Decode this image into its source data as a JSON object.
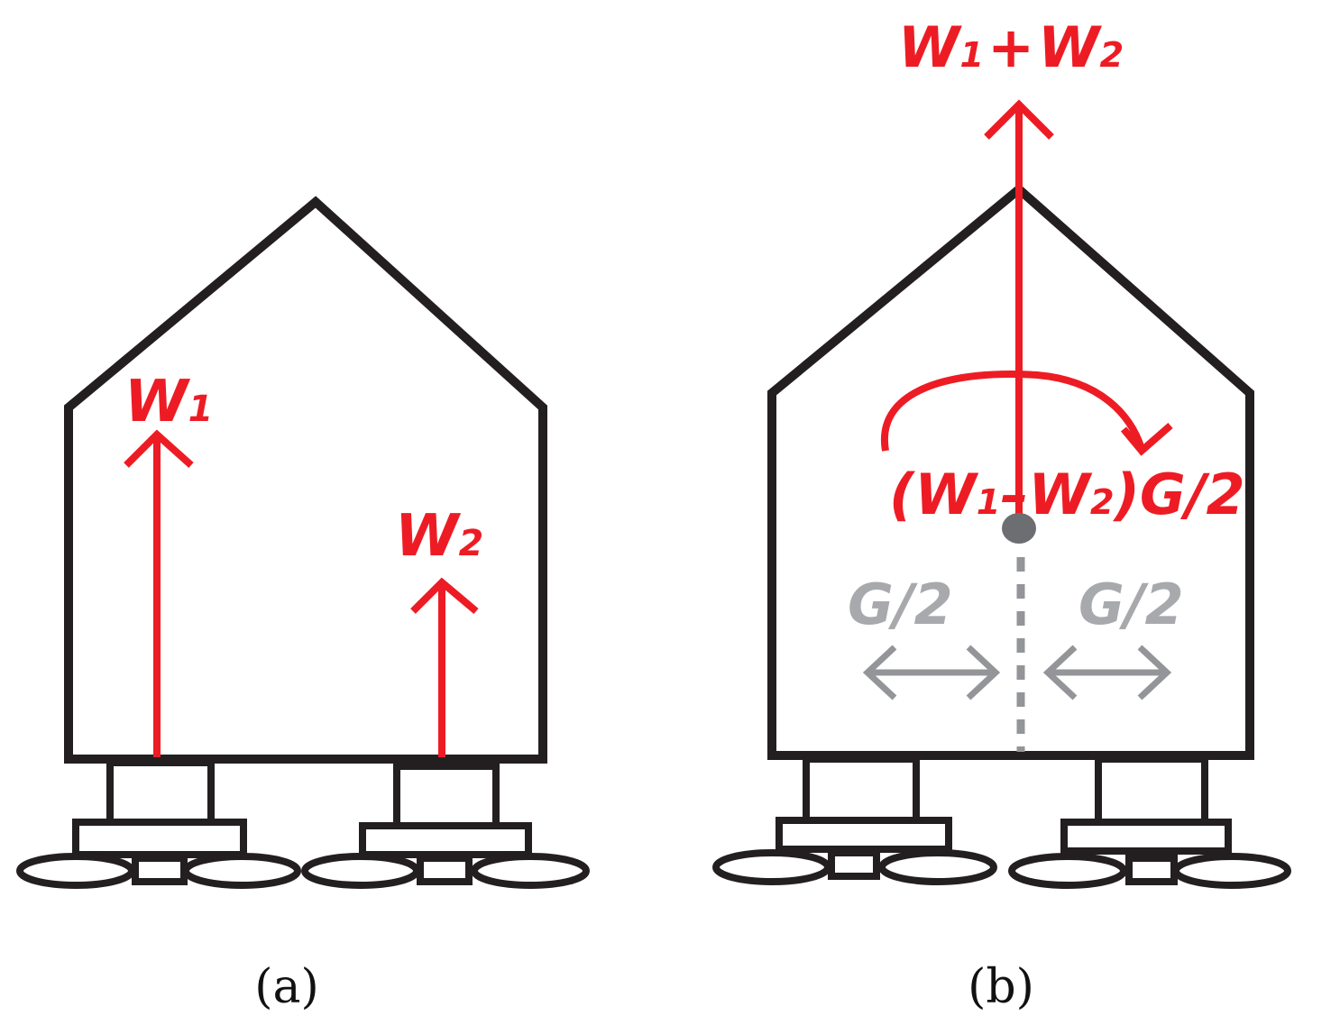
{
  "panel_a": {
    "label_w1_main": "W",
    "label_w1_sub": "1",
    "label_w2_main": "W",
    "label_w2_sub": "2",
    "caption": "(a)"
  },
  "panel_b": {
    "total": {
      "w": "W",
      "one": "1",
      "plus": "+",
      "w2": "W",
      "two": "2"
    },
    "moment": {
      "open": "(W",
      "one": "1",
      "minus": "–W",
      "two": "2",
      "close": ")G/2"
    },
    "left_offset": "G/2",
    "right_offset": "G/2",
    "caption": "(b)"
  },
  "colors": {
    "force": "#ed1c24",
    "outline": "#231f20",
    "dimension": "#939598"
  }
}
